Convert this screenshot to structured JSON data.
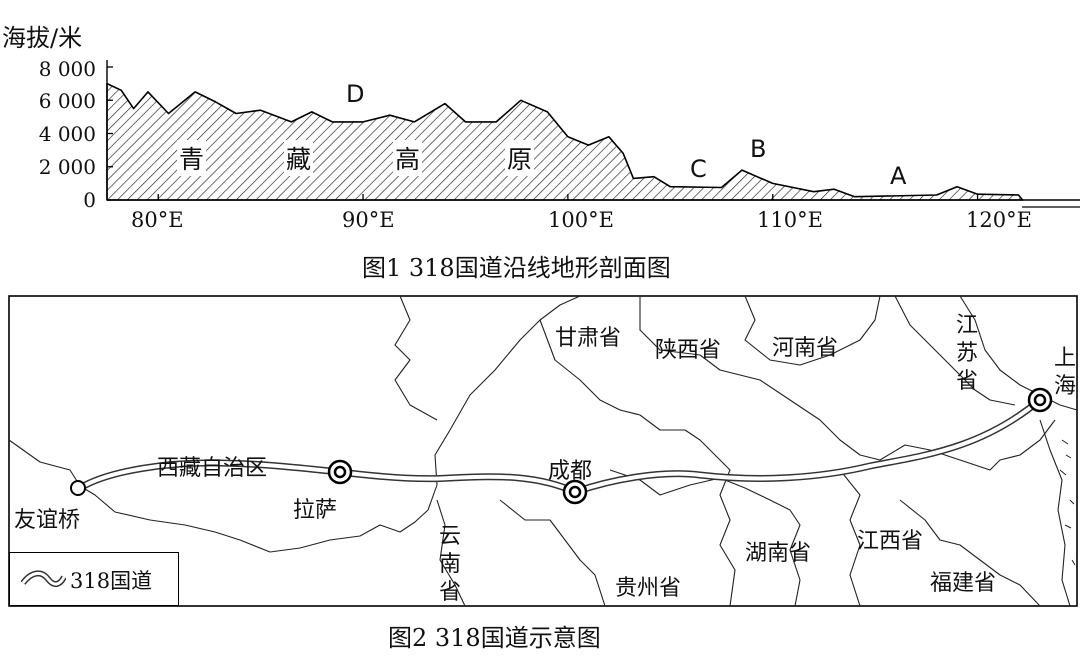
{
  "fig1": {
    "yaxis_label": "海拔/米",
    "yticks": [
      "8 000",
      "6 000",
      "4 000",
      "2 000",
      "0"
    ],
    "xticks": [
      "80°E",
      "90°E",
      "100°E",
      "110°E",
      "120°E"
    ],
    "plateau_chars": [
      "青",
      "藏",
      "高",
      "原"
    ],
    "points": [
      "D",
      "C",
      "B",
      "A"
    ],
    "caption": "图1  318国道沿线地形剖面图"
  },
  "fig2": {
    "provinces": {
      "gansu": "甘肃省",
      "shaanxi": "陕西省",
      "henan": "河南省",
      "jiangsu": "江苏省",
      "shanghai": "上海",
      "xizang": "西藏自治区",
      "yunnan": "云南省",
      "guizhou": "贵州省",
      "hunan": "湖南省",
      "jiangxi": "江西省",
      "fujian": "福建省"
    },
    "cities": {
      "youyiqiao": "友谊桥",
      "lhasa": "拉萨",
      "chengdu": "成都"
    },
    "legend": "318国道",
    "caption": "图2  318国道示意图"
  },
  "chart_data": {
    "type": "area",
    "title": "318国道沿线地形剖面图",
    "ylabel": "海拔/米",
    "xlabel": "",
    "ylim": [
      0,
      8000
    ],
    "xlim": [
      77.5,
      125
    ],
    "xticks": [
      "80°E",
      "90°E",
      "100°E",
      "110°E",
      "120°E"
    ],
    "yticks": [
      0,
      2000,
      4000,
      6000,
      8000
    ],
    "points": [
      {
        "lon": 77.5,
        "elev": 7000
      },
      {
        "lon": 78.2,
        "elev": 6600
      },
      {
        "lon": 78.8,
        "elev": 5500
      },
      {
        "lon": 79.5,
        "elev": 6500
      },
      {
        "lon": 80.5,
        "elev": 5200
      },
      {
        "lon": 81.8,
        "elev": 6500
      },
      {
        "lon": 82.8,
        "elev": 5900
      },
      {
        "lon": 83.8,
        "elev": 5200
      },
      {
        "lon": 85,
        "elev": 5400
      },
      {
        "lon": 86.5,
        "elev": 4700
      },
      {
        "lon": 87.5,
        "elev": 5300
      },
      {
        "lon": 88.5,
        "elev": 4700
      },
      {
        "lon": 90,
        "elev": 4700
      },
      {
        "lon": 91.3,
        "elev": 5100
      },
      {
        "lon": 92.5,
        "elev": 4700
      },
      {
        "lon": 94,
        "elev": 5800
      },
      {
        "lon": 95,
        "elev": 4700
      },
      {
        "lon": 96.5,
        "elev": 4700
      },
      {
        "lon": 97.7,
        "elev": 6000
      },
      {
        "lon": 99,
        "elev": 5300
      },
      {
        "lon": 100,
        "elev": 3800
      },
      {
        "lon": 101,
        "elev": 3300
      },
      {
        "lon": 102,
        "elev": 3800
      },
      {
        "lon": 102.7,
        "elev": 2800
      },
      {
        "lon": 103.2,
        "elev": 1300
      },
      {
        "lon": 104.2,
        "elev": 1400
      },
      {
        "lon": 105,
        "elev": 800
      },
      {
        "lon": 107.5,
        "elev": 750
      },
      {
        "lon": 108.5,
        "elev": 1800
      },
      {
        "lon": 110,
        "elev": 1000
      },
      {
        "lon": 112,
        "elev": 500
      },
      {
        "lon": 113,
        "elev": 650
      },
      {
        "lon": 114,
        "elev": 200
      },
      {
        "lon": 118,
        "elev": 300
      },
      {
        "lon": 119,
        "elev": 800
      },
      {
        "lon": 120,
        "elev": 350
      },
      {
        "lon": 122,
        "elev": 300
      },
      {
        "lon": 122.2,
        "elev": 0
      },
      {
        "lon": 125,
        "elev": 0
      }
    ],
    "annotations": [
      {
        "text": "D",
        "lon": 89.5,
        "elev": 6200
      },
      {
        "text": "C",
        "lon": 105.8,
        "elev": 1700
      },
      {
        "text": "B",
        "lon": 109.3,
        "elev": 2900
      },
      {
        "text": "A",
        "lon": 116.5,
        "elev": 1200
      }
    ]
  }
}
